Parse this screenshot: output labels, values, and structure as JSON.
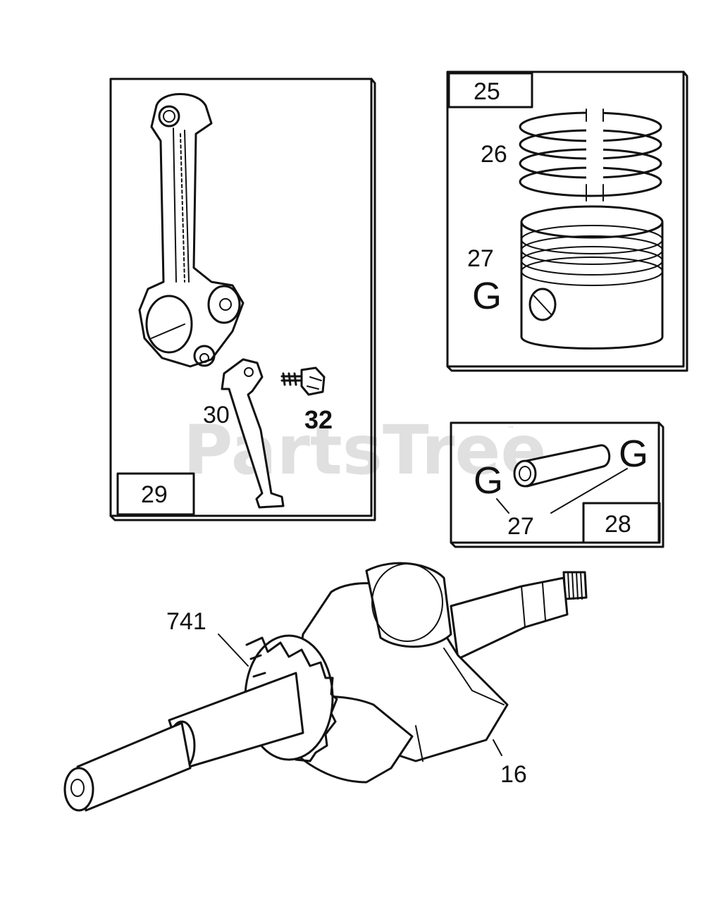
{
  "watermark": {
    "text": "PartsTree",
    "trademark": "™"
  },
  "panels": {
    "connecting_rod": {
      "box_label": "29",
      "callouts": [
        "30",
        "32"
      ]
    },
    "piston": {
      "box_label": "25",
      "callouts": [
        "26",
        "27"
      ],
      "retainer_glyph": "G"
    },
    "piston_pin": {
      "box_label": "28",
      "callouts": [
        "27"
      ],
      "retainer_glyph": "G"
    }
  },
  "crankshaft": {
    "callouts": [
      "741",
      "16"
    ]
  }
}
